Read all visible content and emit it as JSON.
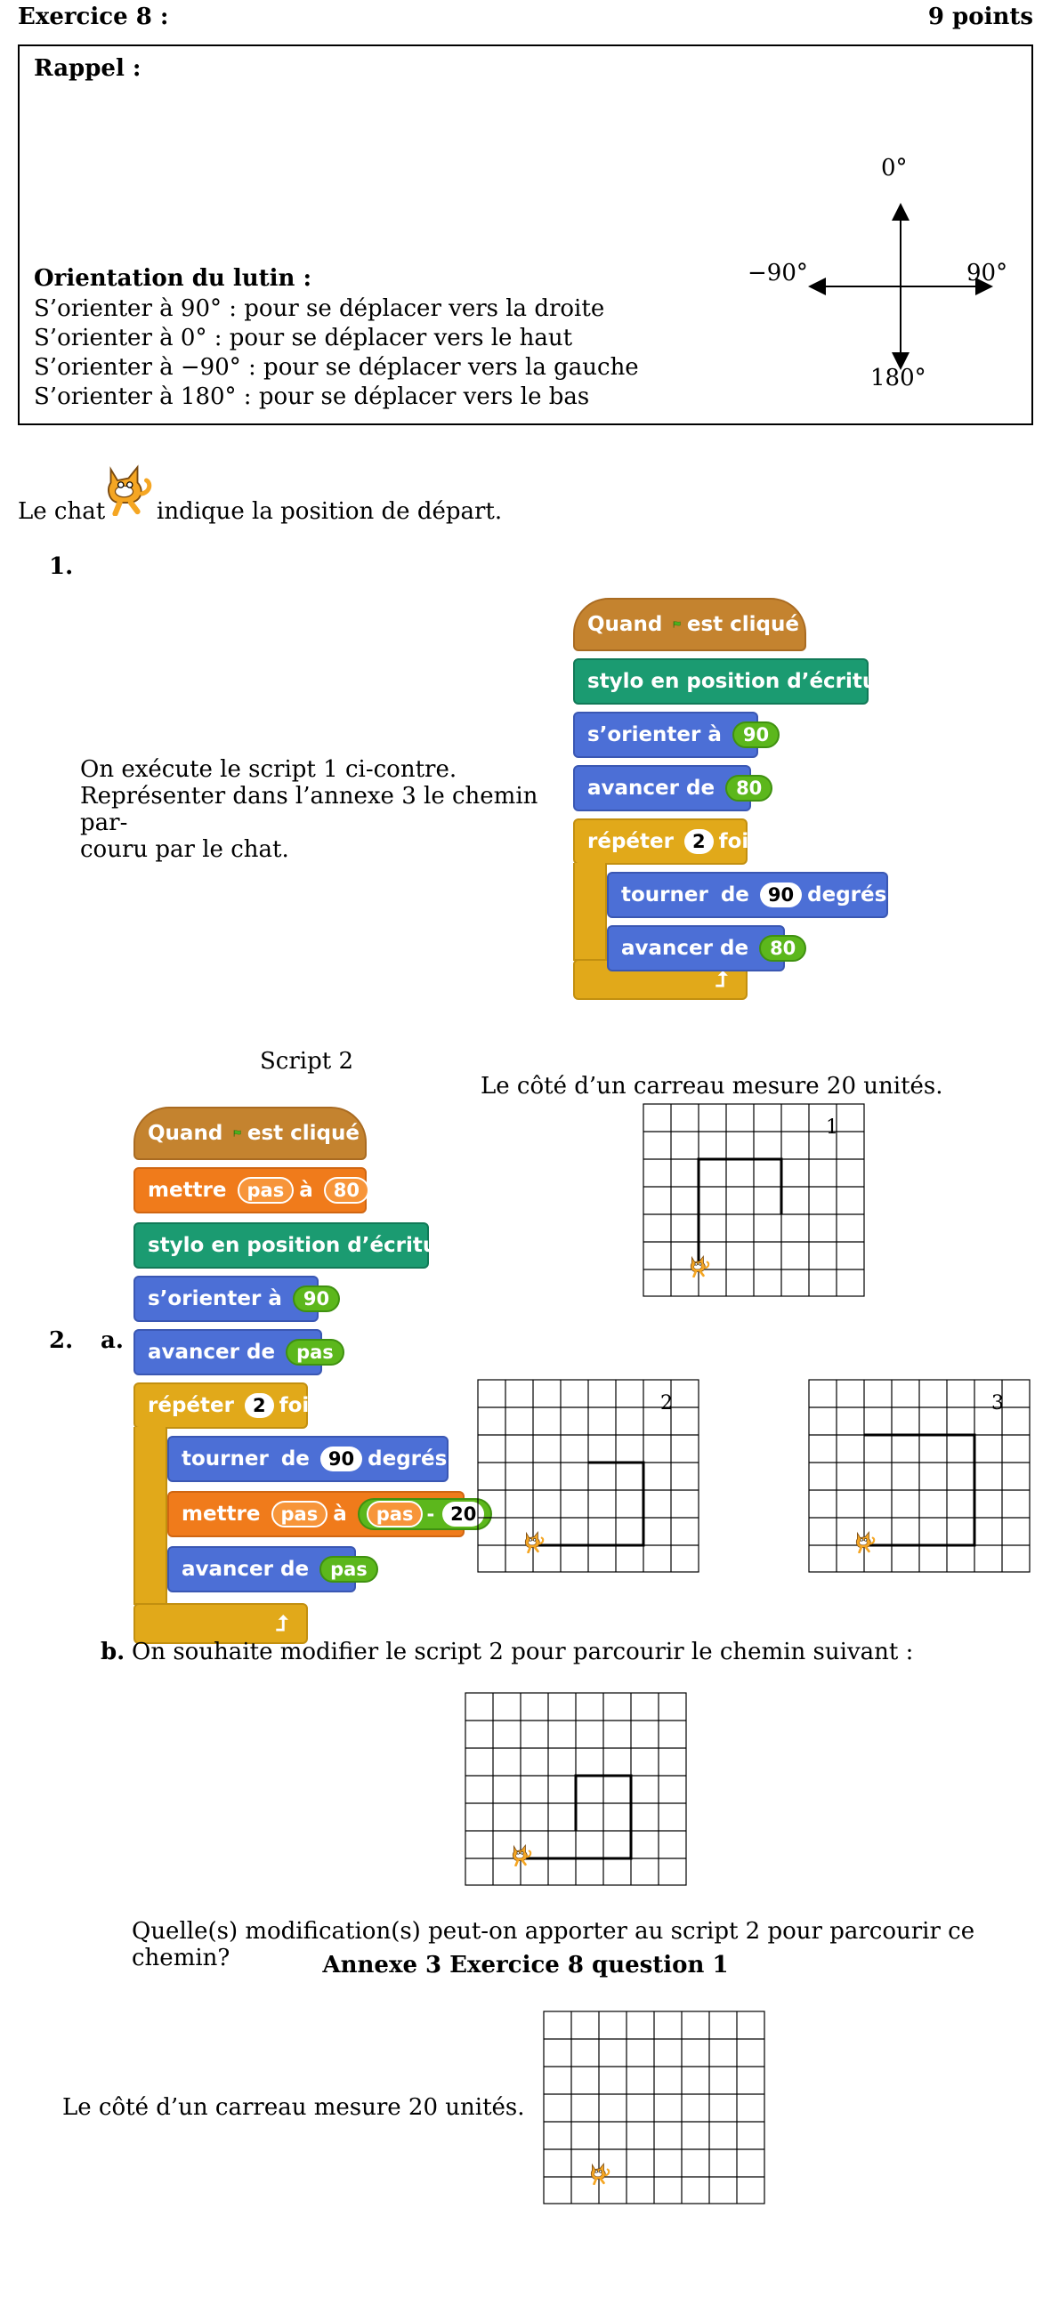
{
  "header": {
    "title": "Exercice 8 :",
    "points": "9 points"
  },
  "rappel": {
    "title": "Rappel :",
    "orientation_title": "Orientation du lutin :",
    "lines": [
      "S’orienter à 90° : pour se déplacer vers la droite",
      "S’orienter à 0° : pour se déplacer vers le haut",
      "S’orienter à −90° : pour se déplacer vers la gauche",
      "S’orienter à 180° : pour se déplacer vers le bas"
    ],
    "compass": {
      "top": "0°",
      "left": "−90°",
      "right": "90°",
      "bottom": "180°"
    }
  },
  "intro": {
    "before": "Le chat",
    "after": "indique la position de départ."
  },
  "q1": {
    "number": "1.",
    "text_lines": [
      "On exécute le script 1 ci-contre.",
      "Représenter dans l’annexe 3 le chemin par-",
      "couru par le chat."
    ],
    "script": {
      "when_a": "Quand",
      "when_b": "est cliqué",
      "pen_down": "stylo en position d’écriture",
      "point_a": "s’orienter à",
      "point_val": "90",
      "move_a": "avancer de",
      "move_val": "80",
      "repeat_a": "répéter",
      "repeat_val": "2",
      "repeat_b": "fois",
      "turn_a": "tourner",
      "turn_b": "de",
      "turn_val": "90",
      "turn_c": "degrés",
      "move2_a": "avancer de",
      "move2_val": "80"
    }
  },
  "q2": {
    "number": "2.",
    "part_a": "a.",
    "script_title": "Script 2",
    "square_note": "Le côté d’un carreau mesure 20 unités.",
    "script": {
      "when_a": "Quand",
      "when_b": "est cliqué",
      "set_a": "mettre",
      "set_var": "pas",
      "set_b": "à",
      "set_val": "80",
      "pen_down": "stylo en position d’écriture",
      "point_a": "s’orienter à",
      "point_val": "90",
      "move_a": "avancer de",
      "move_var": "pas",
      "repeat_a": "répéter",
      "repeat_val": "2",
      "repeat_b": "fois",
      "turn_a": "tourner",
      "turn_b": "de",
      "turn_val": "90",
      "turn_c": "degrés",
      "set2_a": "mettre",
      "set2_var": "pas",
      "set2_b": "à",
      "set2_expr_var": "pas",
      "set2_minus": "-",
      "set2_val": "20",
      "move2_a": "avancer de",
      "move2_var": "pas"
    },
    "grid_labels": [
      "1",
      "2",
      "3"
    ],
    "part_b": "b.",
    "part_b_text": "On souhaite modifier le script 2 pour parcourir le chemin suivant :",
    "question": "Quelle(s) modification(s) peut-on apporter au script 2 pour parcourir ce chemin?"
  },
  "annexe": {
    "title": "Annexe 3 Exercice 8 question 1",
    "note": "Le côté d’un carreau mesure 20 unités."
  }
}
